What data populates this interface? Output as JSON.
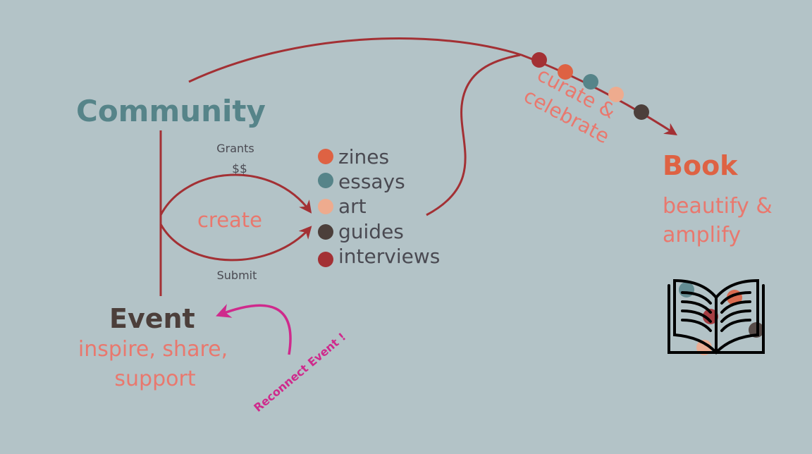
{
  "nodes": {
    "community": "Community",
    "event": "Event",
    "event_sub": [
      "inspire, share,",
      "support"
    ],
    "book": "Book",
    "book_sub": [
      "beautify &",
      "amplify"
    ]
  },
  "edges": {
    "grants": "Grants",
    "money": "$$",
    "create": "create",
    "submit": "Submit",
    "curate": "curate &",
    "celebrate": "celebrate",
    "reconnect": "Reconnect Event !"
  },
  "content_types": [
    {
      "label": "zines",
      "color": "#de6243"
    },
    {
      "label": "essays",
      "color": "#568489"
    },
    {
      "label": "art",
      "color": "#eeab8e"
    },
    {
      "label": "guides",
      "color": "#4c3f3b"
    },
    {
      "label": "interviews",
      "color": "#a33034"
    }
  ],
  "colors": {
    "background": "#b3c3c7",
    "arrow": "#a33034",
    "community": "#568489",
    "event": "#4c3f3b",
    "book": "#de6243",
    "accent_text": "#e9786e",
    "reconnect": "#cf2a8c",
    "label": "#4a4a52"
  }
}
